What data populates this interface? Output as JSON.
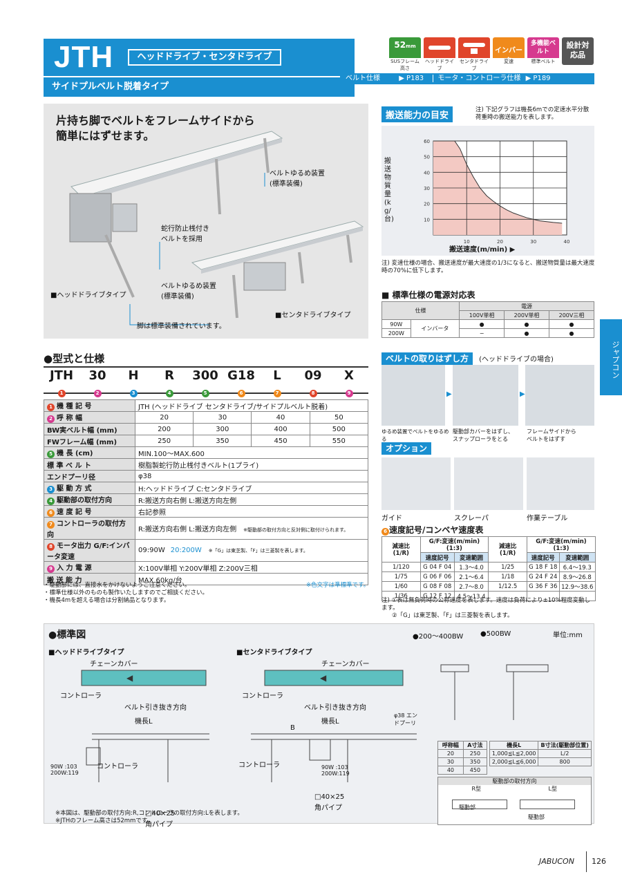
{
  "header": {
    "model": "JTH",
    "subtitle": "ヘッドドライブ・センタドライブ",
    "tagline": "サイドプルベルト脱着タイプ"
  },
  "badges": [
    {
      "icon": "frame-height-icon",
      "top": "52",
      "unit": "mm",
      "caption": "SUSフレーム高さ",
      "color": "#3a9a3a"
    },
    {
      "icon": "head-drive-icon",
      "top": "",
      "caption": "ヘッドドライブ",
      "color": "#e0452b"
    },
    {
      "icon": "center-drive-icon",
      "top": "",
      "caption": "センタドライブ",
      "color": "#e0452b"
    },
    {
      "icon": "inverter-icon",
      "top": "インバータ",
      "caption": "変速",
      "color": "#f08a1c"
    },
    {
      "icon": "multi-belt-icon",
      "top": "多機能ベルト",
      "caption": "標準ベルト",
      "color": "#d63a8f"
    },
    {
      "icon": "",
      "top": "設計対応品",
      "caption": "",
      "color": "#555555"
    }
  ],
  "refbar": {
    "belt_spec": "ベルト仕様",
    "belt_page": "▶ P183",
    "motor_spec": "モータ・コントローラ仕様",
    "motor_page": "▶ P189"
  },
  "hero": {
    "headline1": "片持ち脚でベルトをフレームサイドから",
    "headline2": "簡単にはずせます。",
    "callouts": [
      "ベルトゆるめ装置\n(標準装備)",
      "蛇行防止桟付き\nベルトを採用",
      "ベルトゆるめ装置\n(標準装備)",
      "脚は標準装備されています。",
      "■ヘッドドライブタイプ",
      "■センタドライブタイプ"
    ]
  },
  "capacity": {
    "title": "搬送能力の目安",
    "note": "注) 下記グラフは機長6mでの定速水平分散\n荷重時の搬送能力を表します。",
    "footnote": "注) 変速仕様の場合、搬送速度が最大速度の1/3になると、搬送物質量は最大速度時の70%に低下します。"
  },
  "chart_data": {
    "type": "area",
    "xlabel": "搬送速度(m/min)",
    "ylabel": "搬送物質量(kg/台)",
    "xlim": [
      0,
      40
    ],
    "ylim": [
      0,
      60
    ],
    "xticks": [
      10,
      20,
      30,
      40
    ],
    "yticks": [
      10,
      20,
      30,
      40,
      50,
      60
    ],
    "grid": true,
    "x": [
      0,
      6.4,
      8,
      10,
      12,
      14,
      16,
      18,
      20,
      22,
      24,
      26,
      28,
      30,
      32,
      34,
      36,
      38.6
    ],
    "y": [
      60,
      60,
      55,
      45,
      37,
      30,
      25,
      21.5,
      18.5,
      16,
      14,
      12.5,
      11,
      10,
      9,
      8.5,
      8,
      7.5
    ]
  },
  "power": {
    "title": "標準仕様の電源対応表",
    "headers": [
      "仕様",
      "電源",
      "100V単相",
      "200V単相",
      "200V三相"
    ],
    "rows": [
      {
        "w": "90W",
        "type": "インバータ",
        "v100": "●",
        "v200s": "●",
        "v200t": "●"
      },
      {
        "w": "200W",
        "type": "",
        "v100": "−",
        "v200s": "●",
        "v200t": "●"
      }
    ]
  },
  "removal": {
    "title": "ベルトの取りはずし方",
    "sub": "(ヘッドドライブの場合)",
    "steps": [
      "ゆるめ装置でベルトをゆるめる",
      "駆動部カバーをはずし、\nスナップローラをとる",
      "フレームサイドから\nベルトをはずす"
    ]
  },
  "option": {
    "title": "オプション",
    "items": [
      "ガイド",
      "スクレーパ",
      "作業テーブル"
    ]
  },
  "model_spec": {
    "title": "●型式と仕様",
    "codes": [
      "JTH",
      "30",
      "H",
      "R",
      "300",
      "G18",
      "L",
      "09",
      "X"
    ],
    "code_colors": [
      "#e0452b",
      "#d63a8f",
      "#1a8fd0",
      "#3a9a3a",
      "#3a9a3a",
      "#f08a1c",
      "#f08a1c",
      "#e0452b",
      "#d63a8f"
    ],
    "rows": [
      {
        "n": "1",
        "k": "機 種 記 号",
        "v": "JTH (ヘッドドライブ センタドライブ/サイドプルベルト脱着)"
      },
      {
        "n": "2",
        "k": "呼 称 幅",
        "cols": [
          "20",
          "30",
          "40",
          "50"
        ]
      },
      {
        "n": "",
        "k": "BW実ベルト幅 (mm)",
        "cols": [
          "200",
          "300",
          "400",
          "500"
        ]
      },
      {
        "n": "",
        "k": "FWフレーム幅 (mm)",
        "cols": [
          "250",
          "350",
          "450",
          "550"
        ]
      },
      {
        "n": "5",
        "k": "機 長 (cm)",
        "v": "MIN.100〜MAX.600"
      },
      {
        "n": "",
        "k": "標 準 ベ ル ト",
        "v": "樹脂製蛇行防止桟付きベルト(1プライ)"
      },
      {
        "n": "",
        "k": "エンドプーリ径",
        "v": "φ38"
      },
      {
        "n": "3",
        "k": "駆 動 方 式",
        "v": "H:ヘッドドライブ C:センタドライブ"
      },
      {
        "n": "4",
        "k": "駆動部の取付方向",
        "v": "R:搬送方向右側 L:搬送方向左側"
      },
      {
        "n": "6",
        "k": "速 度 記 号",
        "v": "右記参照"
      },
      {
        "n": "7",
        "k": "コントローラの取付方向",
        "v": "R:搬送方向右側 L:搬送方向左側",
        "note": "※駆動部の取付方向と反対側に取付けられます。"
      },
      {
        "n": "8",
        "k": "モータ出力 G/F:インバータ変速",
        "v": "09:90W",
        "v2": "20:200W",
        "note": "※「G」は東芝製、「F」は三菱製を表します。"
      },
      {
        "n": "9",
        "k": "入 力 電 源",
        "v": "X:100V単相 Y:200V単相 Z:200V三相"
      },
      {
        "n": "",
        "k": "搬 送 能 力",
        "v": "MAX.60kg/台"
      }
    ],
    "notes": [
      "・駆動部には、直接水をかけないようご注意ください。",
      "・標準仕様以外のものも製作いたしますのでご相談ください。",
      "・機長4mを超える場合は分割納品となります。"
    ],
    "color_note": "※色文字は準標準です。"
  },
  "speed": {
    "title": "速度記号/コンベヤ速度表",
    "h1": [
      "減速比 (1/R)",
      "G/F:変速(m/min)(1:3)",
      "減速比 (1/R)",
      "G/F:変速(m/min)(1:3)"
    ],
    "h2": [
      "速度記号",
      "変速範囲",
      "速度記号",
      "変速範囲"
    ],
    "rows": [
      [
        "1/120",
        "G 04 F 04",
        "1.3〜4.0",
        "1/25",
        "G 18 F 18",
        "6.4〜19.3"
      ],
      [
        "1/75",
        "G 06 F 06",
        "2.1〜6.4",
        "1/18",
        "G 24 F 24",
        "8.9〜26.8"
      ],
      [
        "1/60",
        "G 08 F 08",
        "2.7〜8.0",
        "1/12.5",
        "G 36 F 36",
        "12.9〜38.6"
      ],
      [
        "1/36",
        "G 12 F 12",
        "4.5〜13.4",
        "",
        "",
        ""
      ]
    ],
    "notes": [
      "注) ①表は無負荷時の公称速度を表します。速度は負荷により±10%程度変動します。",
      "②「G」は東芝製、「F」は三菱製を表します。"
    ]
  },
  "drawing": {
    "title": "●標準図",
    "unit": "単位:mm",
    "head_label": "■ヘッドドライブタイプ",
    "center_label": "■センタドライブタイプ",
    "labels": [
      "チェーンカバー",
      "コントローラ",
      "ベルト引き抜き方向",
      "機長L",
      "φ38 エンドプーリ",
      "角パイプ",
      "□40×25",
      "B",
      "駆動部",
      "90W :103",
      "200W:119"
    ],
    "sections": [
      "●200〜400BW",
      "●500BW"
    ],
    "notes": [
      "※本図は、駆動部の取付方向:R,コントローラの取付方向:Lを表します。",
      "※JTHのフレーム高さは52mmです。"
    ],
    "a_table": {
      "headers": [
        "呼称幅",
        "A寸法"
      ],
      "rows": [
        [
          "20",
          "250"
        ],
        [
          "30",
          "350"
        ],
        [
          "40",
          "450"
        ]
      ]
    },
    "b_table": {
      "headers": [
        "機長L",
        "B寸法(駆動部位置)"
      ],
      "rows": [
        [
          "1,000≦L≦2,000",
          "L/2"
        ],
        [
          "2,000≦L≦6,000",
          "800"
        ]
      ]
    },
    "mount": {
      "title": "駆動部の取付方向",
      "r": "R型",
      "l": "L型"
    }
  },
  "side_tab": "ジャプコン",
  "footer": {
    "brand": "JABUCON",
    "page": "126"
  }
}
